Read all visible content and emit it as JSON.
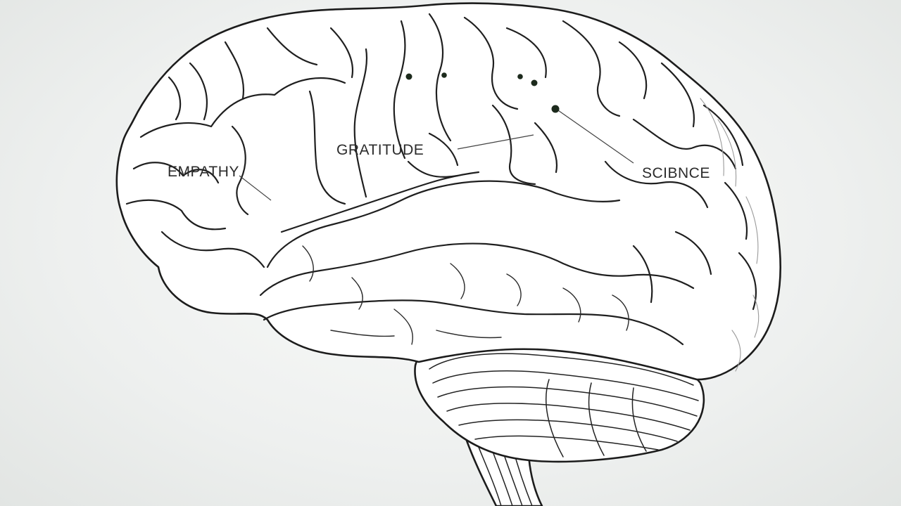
{
  "labels": {
    "empathy": "EMPATHY",
    "gratitude": "GRATITUDE",
    "science": "SCIBNCE"
  },
  "colors": {
    "background": "#eef0ef",
    "brain_fill": "#ffffff",
    "outline": "#1c1c1c",
    "marker_dot": "#1c2a1c"
  }
}
